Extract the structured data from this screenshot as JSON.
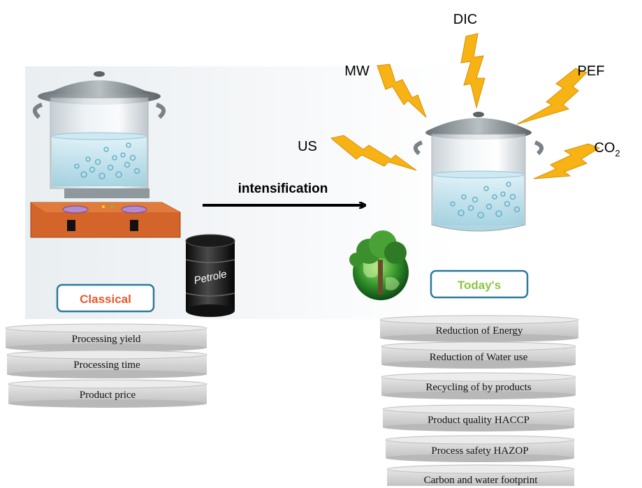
{
  "arrow_label": "intensification",
  "left": {
    "badge": "Classical",
    "badge_color": "#e8582a",
    "barrel_label": "Petrole",
    "disks": [
      "Processing yield",
      "Processing time",
      "Product price"
    ]
  },
  "right": {
    "badge": "Today's",
    "badge_color": "#8cc63f",
    "energy_sources": {
      "top": "DIC",
      "top_left": "MW",
      "top_right": "PEF",
      "left": "US",
      "right_main": "CO",
      "right_sub": "2"
    },
    "disks": [
      "Reduction of Energy",
      "Reduction of  Water use",
      "Recycling of by products",
      "Product quality HACCP",
      "Process safety HAZOP",
      "Carbon and water footprint"
    ]
  },
  "colors": {
    "bolt": "#f7b315",
    "badge_border": "#2a7a9a",
    "stove": "#d4652a",
    "disk": "#d3d3d3",
    "water": "#bfe3ef"
  }
}
